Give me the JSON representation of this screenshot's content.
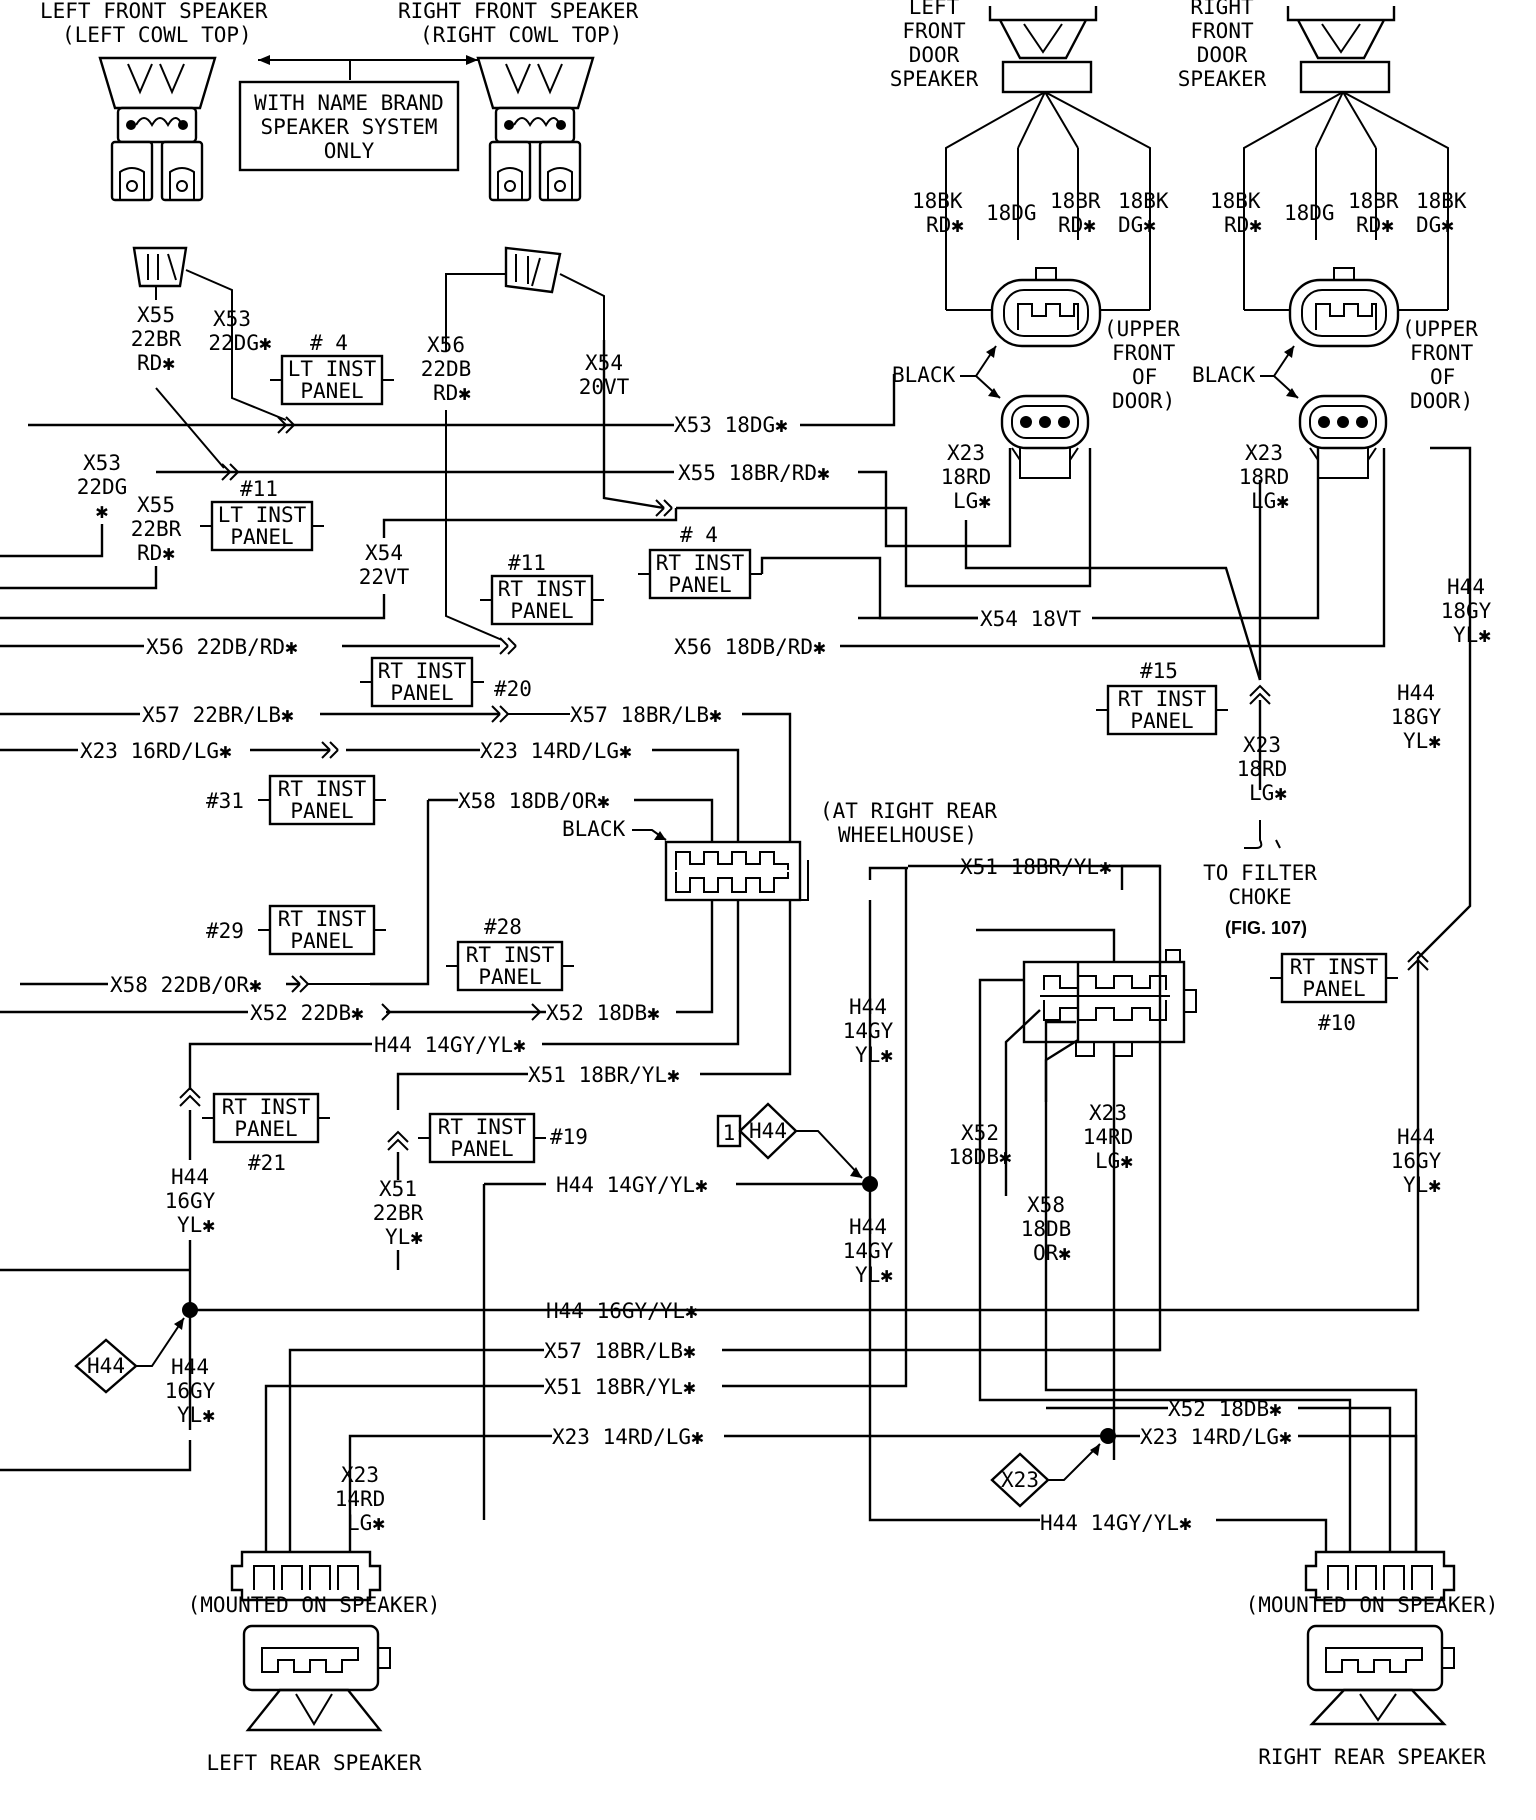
{
  "speakers": {
    "left_front": [
      "LEFT FRONT SPEAKER",
      "(LEFT COWL TOP)"
    ],
    "right_front": [
      "RIGHT FRONT SPEAKER",
      "(RIGHT COWL TOP)"
    ],
    "name_brand_note": [
      "WITH NAME BRAND",
      "SPEAKER SYSTEM",
      "ONLY"
    ],
    "left_front_door": [
      "LEFT",
      "FRONT",
      "DOOR",
      "SPEAKER"
    ],
    "right_front_door": [
      "RIGHT",
      "FRONT",
      "DOOR",
      "SPEAKER"
    ],
    "left_rear": "LEFT REAR SPEAKER",
    "right_rear": "RIGHT REAR SPEAKER"
  },
  "door_wires": {
    "a": [
      "18BK",
      "RD✱"
    ],
    "b": "18DG",
    "c": [
      "18BR",
      "RD✱"
    ],
    "d": [
      "18BK",
      "DG✱"
    ]
  },
  "connector_notes": {
    "upper_front_door": [
      "(UPPER",
      "FRONT",
      "OF",
      "DOOR)"
    ],
    "black": "BLACK",
    "right_rear_wheelhouse": [
      "(AT RIGHT REAR",
      "WHEELHOUSE)"
    ],
    "mounted_on_speaker": "(MOUNTED ON SPEAKER)",
    "to_filter_choke": [
      "TO FILTER",
      "CHOKE"
    ],
    "fig_ref": "(FIG. 107)"
  },
  "panels": {
    "lt_inst": [
      "LT INST",
      "PANEL"
    ],
    "rt_inst": [
      "RT INST",
      "PANEL"
    ]
  },
  "panel_refs": {
    "p4": "# 4",
    "p11": "#11",
    "p15": "#15",
    "p20": "#20",
    "p31": "#31",
    "p29": "#29",
    "p28": "#28",
    "p21": "#21",
    "p19": "#19",
    "p10": "#10"
  },
  "wires": {
    "x55_22br_rd": [
      "X55",
      "22BR",
      "RD✱"
    ],
    "x53_22dg": [
      "X53",
      "22DG✱"
    ],
    "x56_22db_rd": [
      "X56",
      "22DB",
      "RD✱"
    ],
    "x54_20vt": [
      "X54",
      "20VT"
    ],
    "x53_22dg_left": [
      "X53",
      "22DG",
      "✱"
    ],
    "x54_22vt": [
      "X54",
      "22VT"
    ],
    "x53_18dg": "X53 18DG✱",
    "x55_18br_rd": "X55 18BR/RD✱",
    "x54_18vt": "X54 18VT",
    "x56_22db_rd_line": "X56 22DB/RD✱",
    "x56_18db_rd": "X56 18DB/RD✱",
    "x57_22br_lb": "X57 22BR/LB✱",
    "x57_18br_lb": "X57 18BR/LB✱",
    "x23_16rd_lg": "X23 16RD/LG✱",
    "x23_14rd_lg": "X23 14RD/LG✱",
    "x58_18db_or": "X58 18DB/OR✱",
    "x58_22db_or": "X58 22DB/OR✱",
    "x52_22db": "X52 22DB✱",
    "x52_18db": "X52 18DB✱",
    "h44_14gy_yl": "H44 14GY/YL✱",
    "x51_18br_yl": "X51 18BR/YL✱",
    "h44_16gy_yl": "H44 16GY/YL✱",
    "x23_18rd_lg": [
      "X23",
      "18RD",
      "LG✱"
    ],
    "h44_18gy_yl": [
      "H44",
      "18GY",
      "YL✱"
    ],
    "h44_14gy_yl_v": [
      "H44",
      "14GY",
      "YL✱"
    ],
    "h44_16gy_yl_v": [
      "H44",
      "16GY",
      "YL✱"
    ],
    "x51_22br_yl": [
      "X51",
      "22BR",
      "YL✱"
    ],
    "x52_18db_v": [
      "X52",
      "18DB✱"
    ],
    "x23_14rd_lg_v": [
      "X23",
      "14RD",
      "LG✱"
    ],
    "x58_18db_or_v": [
      "X58",
      "18DB",
      "OR✱"
    ]
  },
  "splices": {
    "h44": "H44",
    "x23": "X23",
    "one": "1"
  }
}
